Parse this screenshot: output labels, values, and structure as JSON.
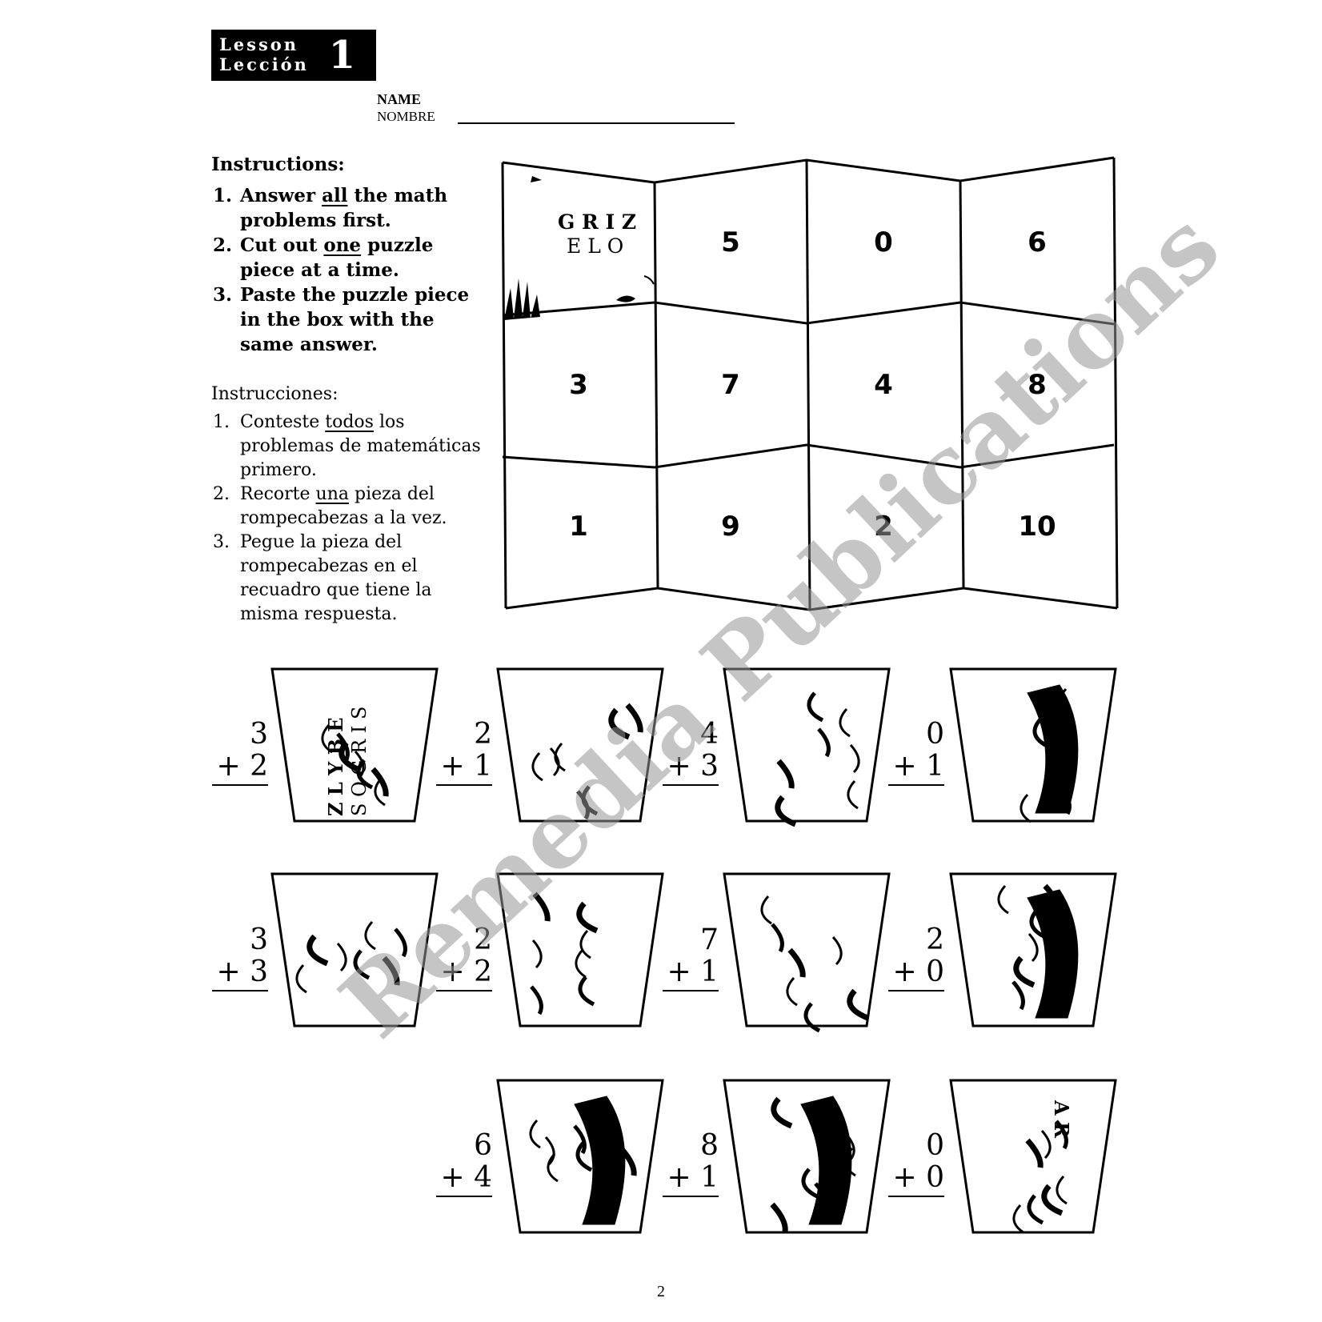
{
  "header": {
    "lesson_en": "Lesson",
    "lesson_es": "Lección",
    "lesson_number": "1"
  },
  "name_field": {
    "label_en": "NAME",
    "label_es": "NOMBRE"
  },
  "instructions_en": {
    "heading": "Instructions:",
    "steps": [
      {
        "num": "1.",
        "pre": "Answer ",
        "u": "all",
        "post": " the math problems first."
      },
      {
        "num": "2.",
        "pre": "Cut out ",
        "u": "one",
        "post": " puzzle piece at a time."
      },
      {
        "num": "3.",
        "pre": "",
        "u": "",
        "post": "Paste the puzzle piece in the box with the same answer."
      }
    ]
  },
  "instructions_es": {
    "heading": "Instrucciones:",
    "steps": [
      {
        "num": "1.",
        "pre": "Conteste ",
        "u": "todos",
        "post": " los problemas de matemáticas primero."
      },
      {
        "num": "2.",
        "pre": "Recorte ",
        "u": "una",
        "post": " pieza del rompecabezas a la vez."
      },
      {
        "num": "3.",
        "pre": "",
        "u": "",
        "post": "Pegue la pieza del rompecabezas en el recuadro que tiene la misma respuesta."
      }
    ]
  },
  "answer_grid": {
    "rows": [
      [
        "",
        "5",
        "0",
        "6"
      ],
      [
        "3",
        "7",
        "4",
        "8"
      ],
      [
        "1",
        "9",
        "2",
        "10"
      ]
    ],
    "pasted_piece_text": {
      "line1": "G R I Z",
      "line2": "E L O"
    }
  },
  "problems": [
    {
      "top": "3",
      "op": "+",
      "bottom": "2"
    },
    {
      "top": "2",
      "op": "+",
      "bottom": "1"
    },
    {
      "top": "4",
      "op": "+",
      "bottom": "3"
    },
    {
      "top": "0",
      "op": "+",
      "bottom": "1"
    },
    {
      "top": "3",
      "op": "+",
      "bottom": "3"
    },
    {
      "top": "2",
      "op": "+",
      "bottom": "2"
    },
    {
      "top": "7",
      "op": "+",
      "bottom": "1"
    },
    {
      "top": "2",
      "op": "+",
      "bottom": "0"
    },
    {
      "top": "6",
      "op": "+",
      "bottom": "4"
    },
    {
      "top": "8",
      "op": "+",
      "bottom": "1"
    },
    {
      "top": "0",
      "op": "+",
      "bottom": "0"
    }
  ],
  "piece_texts": {
    "p1_col1": "Z L Y  B E",
    "p1_col2": "S O  G R I S",
    "p11_text": "A R"
  },
  "watermark": "Remedia Publications",
  "page_number": "2"
}
